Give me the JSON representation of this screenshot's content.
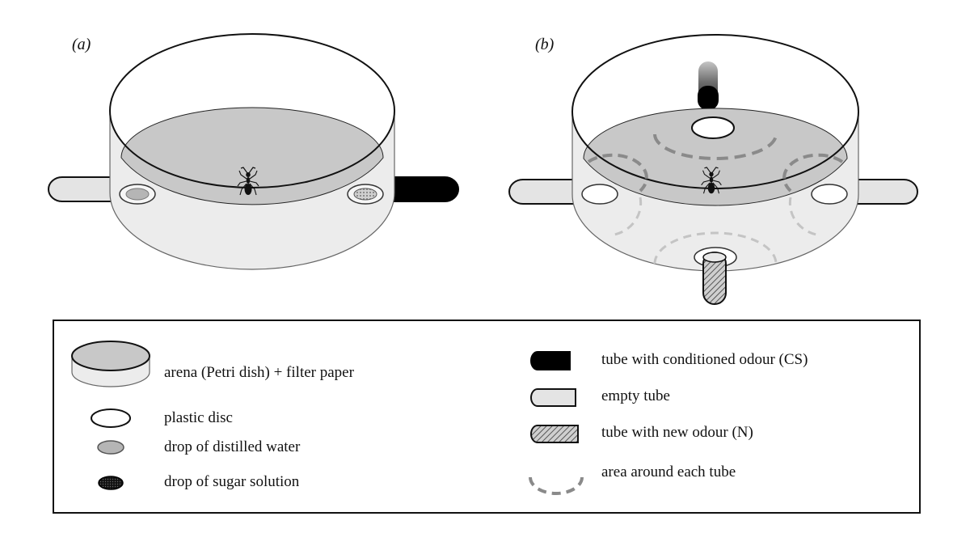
{
  "panels": {
    "a": {
      "label": "(a)"
    },
    "b": {
      "label": "(b)"
    }
  },
  "legend": {
    "arena": "arena (Petri dish) + filter paper",
    "plastic_disc": "plastic disc",
    "distilled_water": "drop of distilled water",
    "sugar_solution": "drop of sugar solution",
    "cs_tube": "tube with conditioned odour (CS)",
    "empty_tube": "empty tube",
    "new_odour_tube": "tube with new odour (N)",
    "area_around_tube": "area around each tube"
  },
  "colors": {
    "outline": "#111111",
    "filter_paper": "#c8c8c8",
    "dish_wall": "#ececec",
    "empty_tube": "#e4e4e4",
    "cs_tube": "#000000",
    "water_drop": "#b5b5b5",
    "sugar_drop": "#1a1a1a",
    "dashed_area": "#8a8a8a",
    "dashed_area_light": "#c4c4c4"
  },
  "icons": {
    "ant": "ant-icon",
    "hatch": "diagonal-hatch-pattern"
  }
}
